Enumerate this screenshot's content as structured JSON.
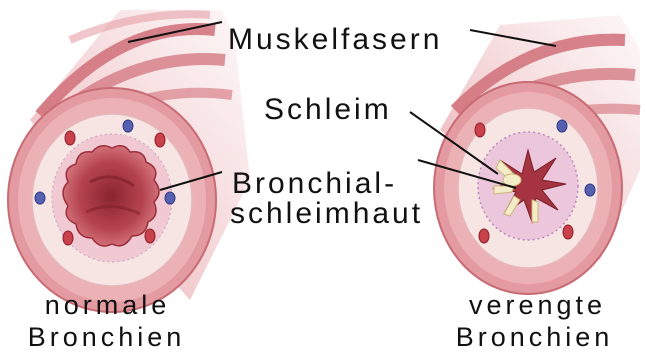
{
  "labels": {
    "muscle_fibers": "Muskelfasern",
    "mucus": "Schleim",
    "mucosa_line1": "Bronchial-",
    "mucosa_line2": "schleimhaut"
  },
  "captions": {
    "normal_line1": "normale",
    "normal_line2": "Bronchien",
    "narrowed_line1": "verengte",
    "narrowed_line2": "Bronchien"
  },
  "colors": {
    "outer_tube": "#e7a0a6",
    "muscle_band": "#d8767f",
    "mucosa": "#f1c9d3",
    "submucosa": "#f7e5e3",
    "lumen": "#b5434f",
    "mucus": "#f3ecc6",
    "vessel_red": "#c9414a",
    "vessel_blue": "#5560b0"
  }
}
